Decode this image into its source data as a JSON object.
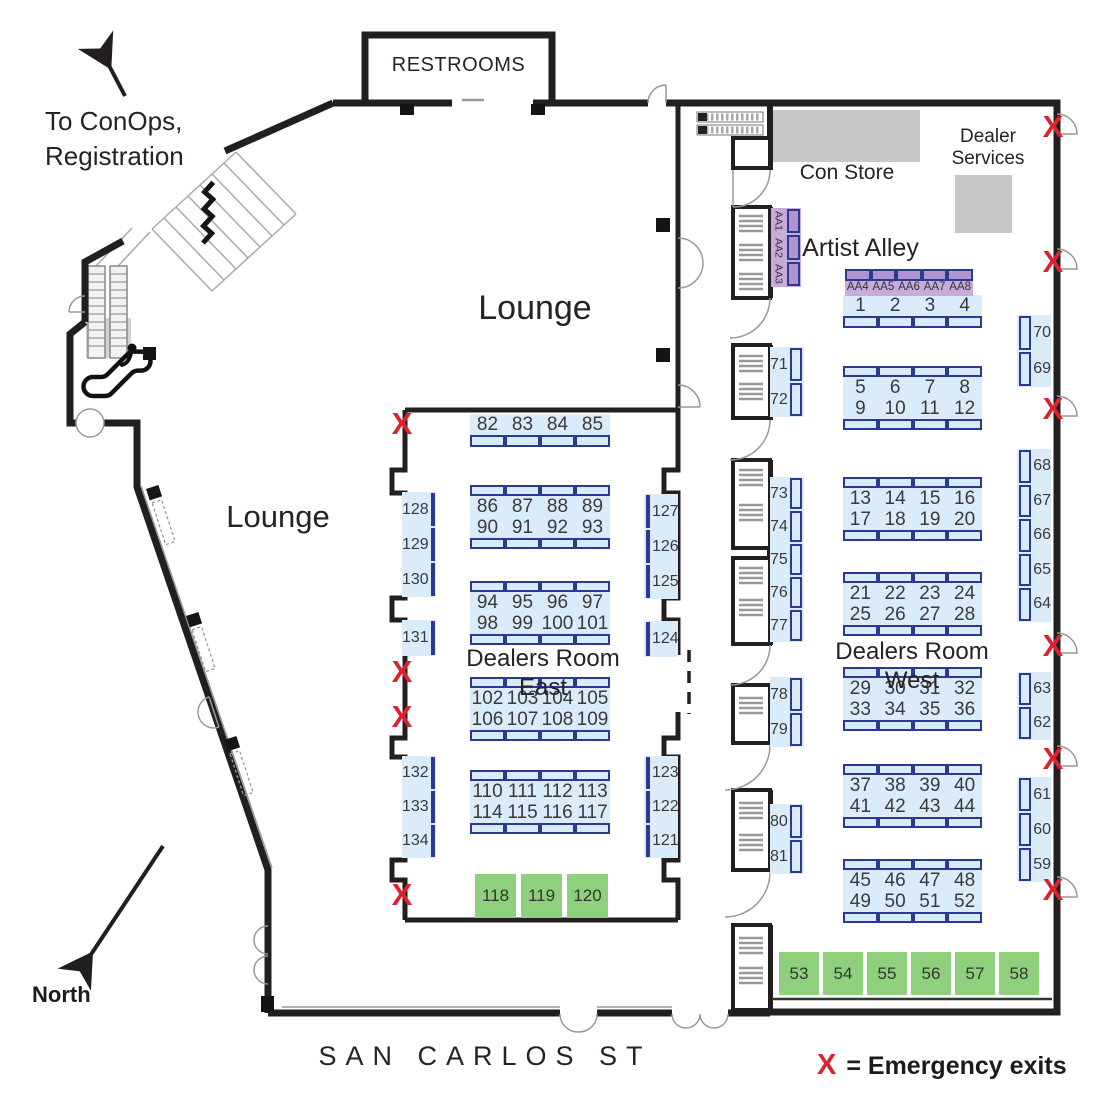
{
  "exit_symbol": "X",
  "legend": {
    "symbol": "X",
    "text": "= Emergency exits"
  },
  "labels": {
    "conops_line1": "To ConOps,",
    "conops_line2": "Registration",
    "restrooms": "RESTROOMS",
    "lounge_upper": "Lounge",
    "lounge_lower": "Lounge",
    "con_store": "Con Store",
    "dealer_services_line1": "Dealer",
    "dealer_services_line2": "Services",
    "artist_alley": "Artist Alley",
    "dealers_room_east": "Dealers Room East",
    "dealers_room_west": "Dealers Room West",
    "north": "North",
    "street": "SAN CARLOS ST"
  },
  "colors": {
    "booth_fill": "#daecf9",
    "table_border": "#2b3990",
    "green_booth": "#8fd07c",
    "artist_alley_fill": "#c8abdb",
    "emergency_red": "#d9232e",
    "gray_area": "#c8c8c8"
  },
  "artist_alley": {
    "vertical": [
      "AA1",
      "AA2",
      "AA3"
    ],
    "horizontal": [
      "AA4",
      "AA5",
      "AA6",
      "AA7",
      "AA8"
    ]
  },
  "west": {
    "blocks": {
      "b1_4": [
        [
          "1",
          "2",
          "3",
          "4"
        ]
      ],
      "b5_12": [
        [
          "5",
          "6",
          "7",
          "8"
        ],
        [
          "9",
          "10",
          "11",
          "12"
        ]
      ],
      "b13_20": [
        [
          "13",
          "14",
          "15",
          "16"
        ],
        [
          "17",
          "18",
          "19",
          "20"
        ]
      ],
      "b21_28": [
        [
          "21",
          "22",
          "23",
          "24"
        ],
        [
          "25",
          "26",
          "27",
          "28"
        ]
      ],
      "b29_36": [
        [
          "29",
          "30",
          "31",
          "32"
        ],
        [
          "33",
          "34",
          "35",
          "36"
        ]
      ],
      "b37_44": [
        [
          "37",
          "38",
          "39",
          "40"
        ],
        [
          "41",
          "42",
          "43",
          "44"
        ]
      ],
      "b45_52": [
        [
          "45",
          "46",
          "47",
          "48"
        ],
        [
          "49",
          "50",
          "51",
          "52"
        ]
      ]
    },
    "wall_left": {
      "g71_72": [
        "71",
        "72"
      ],
      "g73_77": [
        "73",
        "74",
        "75",
        "76",
        "77"
      ],
      "g78_79": [
        "78",
        "79"
      ],
      "g80_81": [
        "80",
        "81"
      ]
    },
    "wall_right": {
      "g70_69": [
        "70",
        "69"
      ],
      "g68_64": [
        "68",
        "67",
        "66",
        "65",
        "64"
      ],
      "g63_62": [
        "63",
        "62"
      ],
      "g61_59": [
        "61",
        "60",
        "59"
      ]
    },
    "green": [
      "53",
      "54",
      "55",
      "56",
      "57",
      "58"
    ]
  },
  "east": {
    "blocks": {
      "b82_85": [
        [
          "82",
          "83",
          "84",
          "85"
        ]
      ],
      "b86_93": [
        [
          "86",
          "87",
          "88",
          "89"
        ],
        [
          "90",
          "91",
          "92",
          "93"
        ]
      ],
      "b94_101": [
        [
          "94",
          "95",
          "96",
          "97"
        ],
        [
          "98",
          "99",
          "100",
          "101"
        ]
      ],
      "b102_109": [
        [
          "102",
          "103",
          "104",
          "105"
        ],
        [
          "106",
          "107",
          "108",
          "109"
        ]
      ],
      "b110_117": [
        [
          "110",
          "111",
          "112",
          "113"
        ],
        [
          "114",
          "115",
          "116",
          "117"
        ]
      ]
    },
    "wall_left": {
      "g128_130": [
        "128",
        "129",
        "130"
      ],
      "g131": [
        "131"
      ],
      "g132_134": [
        "132",
        "133",
        "134"
      ]
    },
    "wall_right": {
      "g127_125": [
        "127",
        "126",
        "125"
      ],
      "g124": [
        "124"
      ],
      "g123_121": [
        "123",
        "122",
        "121"
      ]
    },
    "green": [
      "118",
      "119",
      "120"
    ]
  }
}
